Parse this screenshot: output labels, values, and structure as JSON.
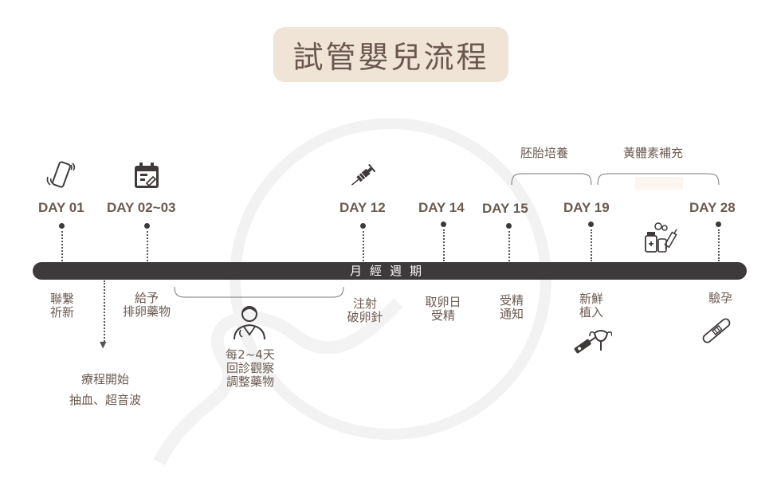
{
  "title": "試管嬰兒流程",
  "cycle_label": "月經週期",
  "phases": {
    "embryo_culture": "胚胎培養",
    "progesterone": "黃體素補充"
  },
  "days": {
    "d01": "DAY 01",
    "d0203": "DAY 02~03",
    "d12": "DAY 12",
    "d14": "DAY 14",
    "d15": "DAY 15",
    "d19": "DAY 19",
    "d28": "DAY 28"
  },
  "labels": {
    "contact": "聯繫\n祈新",
    "start_course": "療程開始\n抽血、超音波",
    "give_meds": "給予\n排卵藥物",
    "followup": "每2~4天\n回診觀察\n調整藥物",
    "injection": "注射\n破卵針",
    "egg_retrieval": "取卵日\n受精",
    "fertilization_notice": "受精\n通知",
    "fresh_transfer": "新鮮\n植入",
    "pregnancy_test": "驗孕"
  },
  "icons": {
    "phone": "phone-icon",
    "calendar": "calendar-icon",
    "syringe": "syringe-icon",
    "doctor": "doctor-icon",
    "medicine": "medicine-icon",
    "transfer": "transfer-icon",
    "test": "pregnancy-test-icon",
    "arrow": "arrow-down-icon"
  },
  "colors": {
    "title_bg": "#efe4d6",
    "text": "#6b5a52",
    "bar": "#3d3a3b"
  }
}
